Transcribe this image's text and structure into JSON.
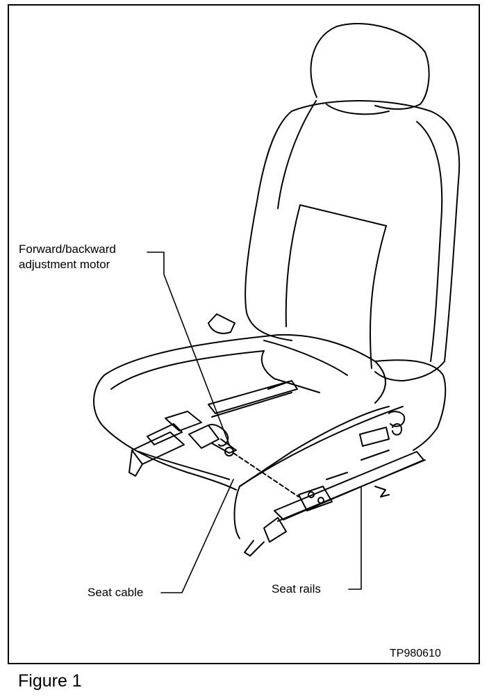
{
  "diagram": {
    "labels": {
      "motor_line1": "Forward/backward",
      "motor_line2": "adjustment motor",
      "seat_cable": "Seat cable",
      "seat_rails": "Seat rails"
    },
    "figure_code": "TP980610",
    "caption": "Figure 1"
  }
}
